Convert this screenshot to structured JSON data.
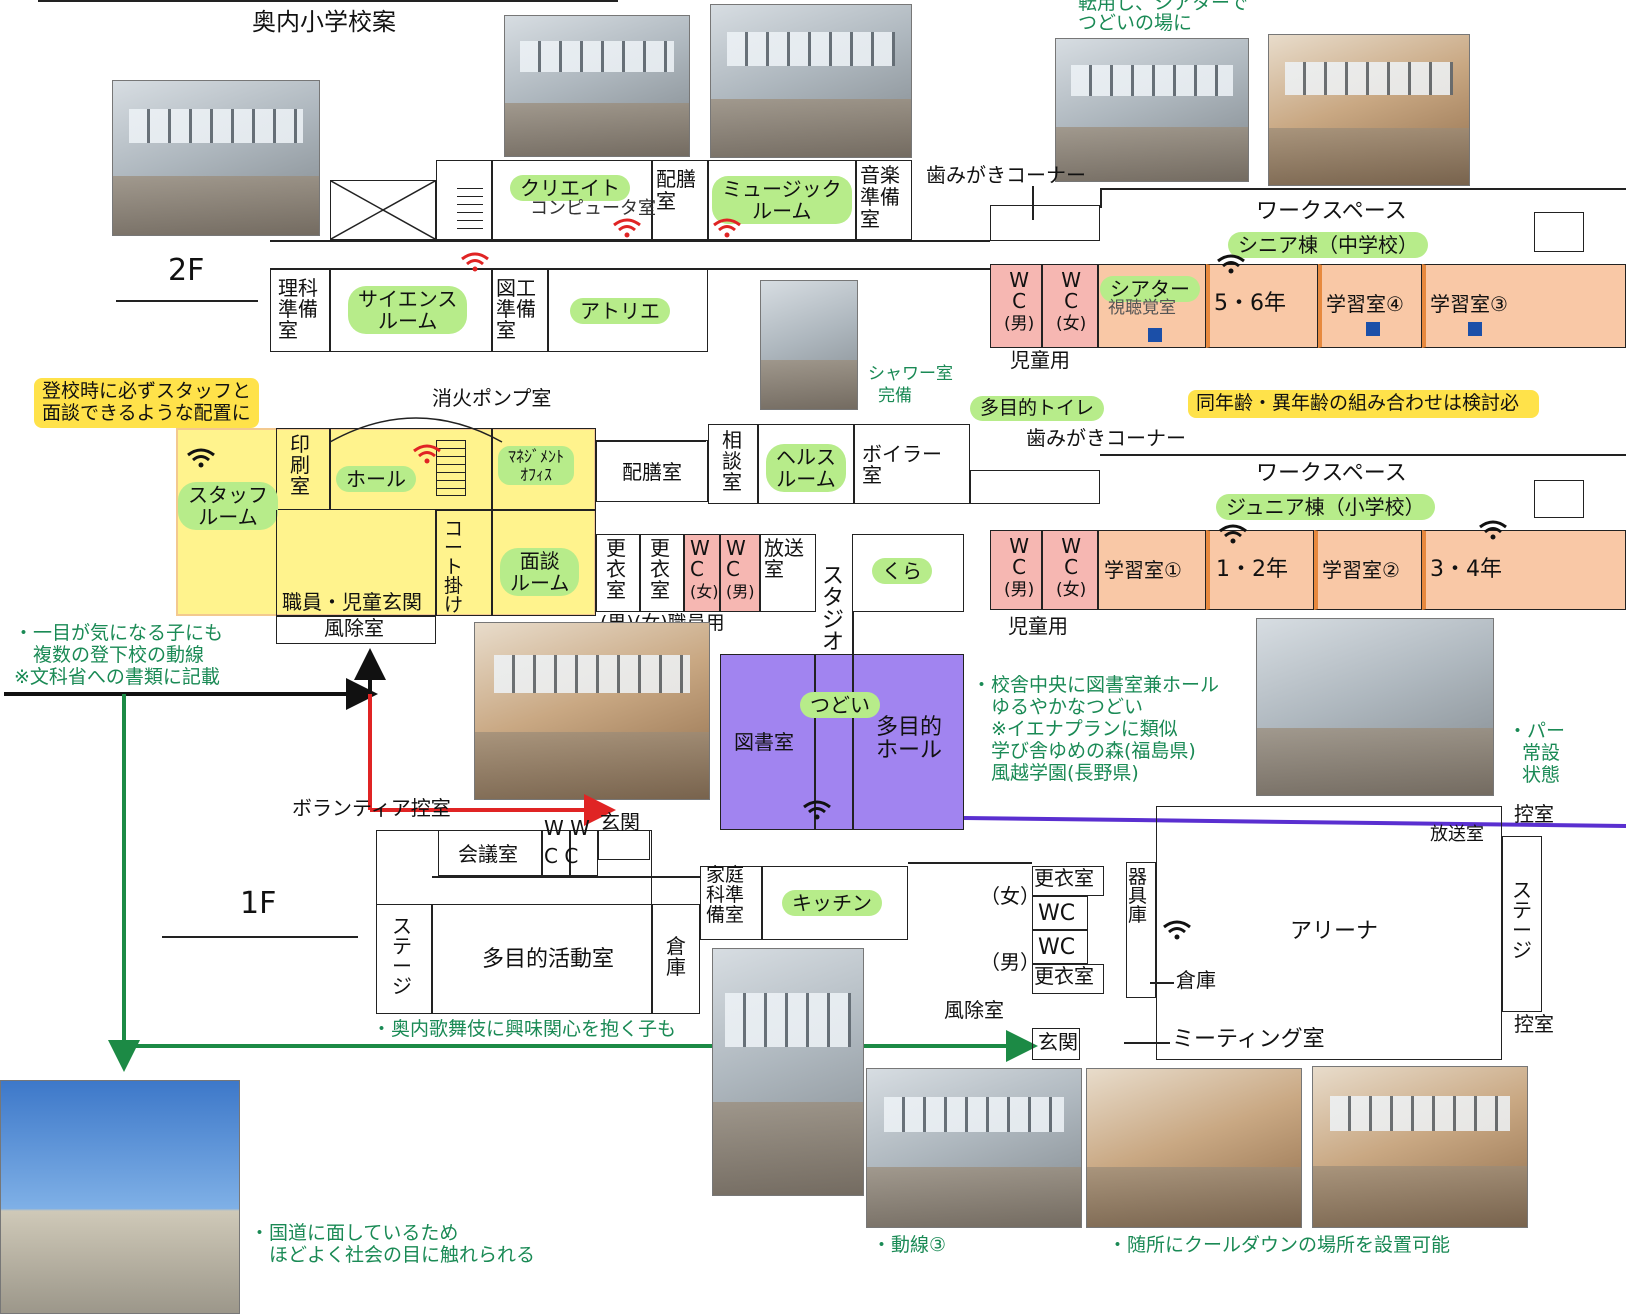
{
  "title": "奥内小学校案",
  "top_note": [
    "転用し、シアターで",
    "つどいの場に"
  ],
  "floor2": {
    "label": "2F",
    "rooms": {
      "create": "クリエイト",
      "computer": "コンピュータ室",
      "haizen": "配膳室",
      "music": [
        "ミュージック",
        "ルーム"
      ],
      "music_prep": "音楽準備室",
      "rika": "理科準備室",
      "science": [
        "サイエンス",
        "ルーム"
      ],
      "zuko": "図工準備室",
      "atelier": "アトリエ",
      "hamigaki": "歯みがきコーナー",
      "workspace": "ワークスペース",
      "senior": "シニア棟（中学校）",
      "wc_m": "WC(男)",
      "wc_f": "WC(女)",
      "theater": "シアター",
      "theater_sub": "視聴覚室",
      "g56": "5・6年",
      "study4": "学習室④",
      "study3": "学習室③",
      "jidou": "児童用",
      "shower_note": [
        "シャワー室",
        "完備"
      ],
      "tamokuteki_toilet": "多目的トイレ",
      "hamigaki2": "歯みがきコーナー",
      "workspace2": "ワークスペース",
      "junior": "ジュニア棟（小学校）",
      "insatsu": "印刷室",
      "hall": "ホール",
      "pump": "消火ポンプ室",
      "management": [
        "ﾏﾈｼﾞﾒﾝﾄ",
        "ｵﾌｨｽ"
      ],
      "haizen2": "配膳室",
      "soudan": "相談室",
      "health": [
        "ヘルス",
        "ルーム"
      ],
      "boiler": [
        "ボイラー",
        "室"
      ],
      "staff": [
        "スタッフ",
        "ルーム"
      ],
      "coat": "コート掛け",
      "mendan": [
        "面談",
        "ルーム"
      ],
      "kouitsu1": "更衣室",
      "kouitsu2": "更衣室",
      "wc_f2": "WC(女)",
      "wc_m2": "WC(男)",
      "housou": [
        "放送",
        "室"
      ],
      "studio": "スタジオ",
      "kura": "くら",
      "wc_m3": "WC(男)",
      "wc_f3": "WC(女)",
      "study1": "学習室①",
      "g12": "1・2年",
      "study2": "学習室②",
      "g34": "3・4年",
      "jidou2": "児童用",
      "genkan": "職員・児童玄関",
      "fuujo": "風除室",
      "shokuin": "(男)(女)職員用",
      "tsudoi": "つどい",
      "library": "図書室",
      "multi_hall": [
        "多目的",
        "ホール"
      ]
    }
  },
  "floor1": {
    "label": "1F",
    "rooms": {
      "volunteer": "ボランティア控室",
      "kaigi": "会議室",
      "wc": "W C",
      "genkan": "玄関",
      "katei": "家庭科準備室",
      "kitchen": "キッチン",
      "stage": "ステージ",
      "tamokuteki": "多目的活動室",
      "souko": "倉庫",
      "onna": "（女）",
      "otoko": "（男）",
      "kouitsu": "更衣室",
      "wc1": "WC",
      "wc2": "WC",
      "kouitsu2": "更衣室",
      "kigu": "器具庫",
      "arena": "アリーナ",
      "souko2": "倉庫",
      "fuujo": "風除室",
      "genkan2": "玄関",
      "meeting": "ミーティング室",
      "stage2": "ステージ",
      "hikae": "控室",
      "hikae2": "控室",
      "housou": "放送室"
    }
  },
  "notes": {
    "yellow1": [
      "登校時に必ずスタッフと",
      "面談できるような配置に"
    ],
    "yellow2": "同年齢・異年齢の組み合わせは検討必",
    "left": [
      "・一目が気になる子にも",
      "　複数の登下校の動線",
      "※文科省への書類に記載"
    ],
    "center": [
      "・校舎中央に図書室兼ホール",
      "　ゆるやかなつどい",
      "　※イエナプランに類似",
      "　学び舎ゆめの森(福島県)",
      "　風越学園(長野県)"
    ],
    "kabuki": "・奥内歌舞伎に興味関心を抱く子も",
    "road": [
      "・国道に面しているため",
      "　ほどよく社会の目に触れられる"
    ],
    "dousen": "・動線③",
    "cooldown": "・随所にクールダウンの場所を設置可能",
    "right_cut": [
      "・パー",
      "常設",
      "状態"
    ]
  },
  "colors": {
    "green_pill": "#b7ec8a",
    "yellow_zone": "#fff27a",
    "purple": "#a184f0",
    "pink": "#f6b7b2",
    "orange": "#f9c8a6",
    "note_green": "#1a8a55",
    "arrow_red": "#e02424",
    "arrow_green": "#1c8a45"
  }
}
